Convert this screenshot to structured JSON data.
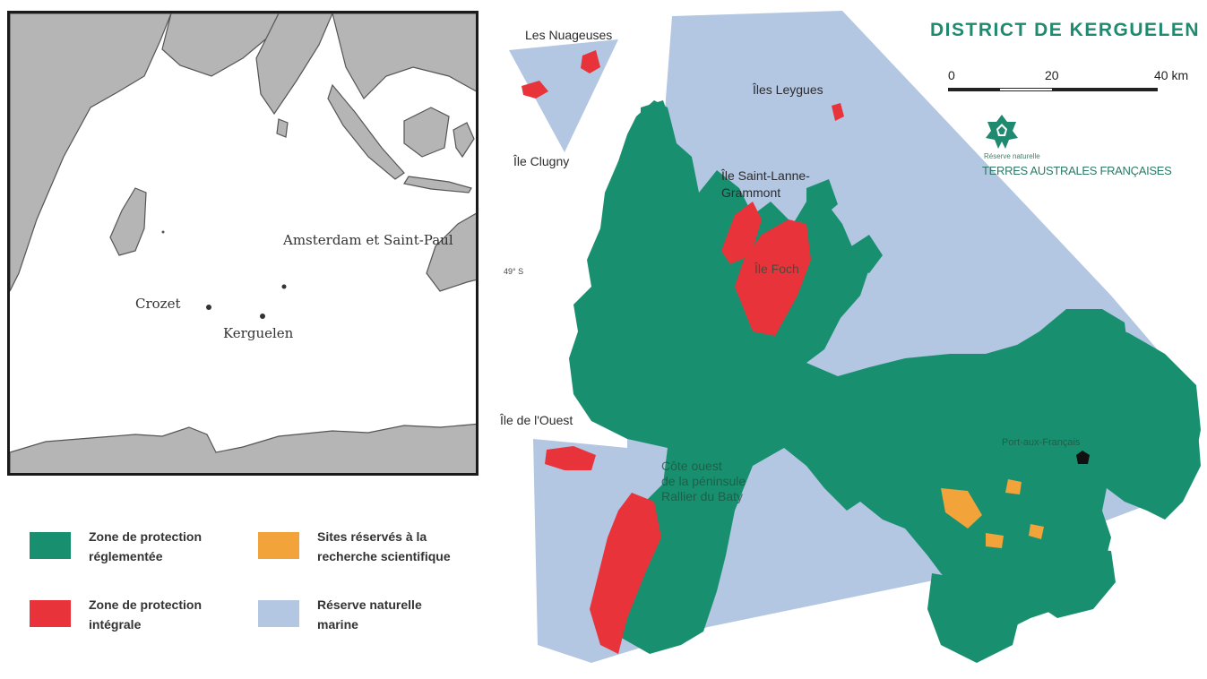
{
  "title": "DISTRICT DE KERGUELEN",
  "colors": {
    "protection_reglementee": "#18906f",
    "protection_integrale": "#e8333a",
    "sites_recherche": "#f2a33a",
    "reserve_marine": "#b3c6e2",
    "title": "#1f8a6f",
    "inset_land": "#b5b5b5",
    "inset_coast": "#555555"
  },
  "scale": {
    "labels": [
      "0",
      "20",
      "40 km"
    ]
  },
  "logo": {
    "icon": "tortoise-shell-star-icon",
    "subtitle": "Réserve naturelle",
    "organization": "TERRES AUSTRALES FRANÇAISES"
  },
  "inset": {
    "labels": {
      "amsterdam": "Amsterdam\net Saint-Paul",
      "crozet": "Crozet",
      "kerguelen": "Kerguelen"
    }
  },
  "map_labels": {
    "nuageuses": "Les Nuageuses",
    "clugny": "Île Clugny",
    "leygues": "Îles Leygues",
    "saint_lanne": "Île Saint-Lanne-\nGrammont",
    "foch": "Île Foch",
    "ouest": "Île de l'Ouest",
    "cote_ouest": "Côte ouest\nde la péninsule\nRallier du Baty",
    "port_aux_francais": "Port-aux-Français",
    "latitude": "49° S"
  },
  "legend": [
    {
      "key": "protection_reglementee",
      "label": "Zone de protection\nréglementée"
    },
    {
      "key": "sites_recherche",
      "label": "Sites réservés à la\nrecherche scientifique"
    },
    {
      "key": "protection_integrale",
      "label": "Zone de protection\nintégrale"
    },
    {
      "key": "reserve_marine",
      "label": "Réserve naturelle\nmarine"
    }
  ]
}
